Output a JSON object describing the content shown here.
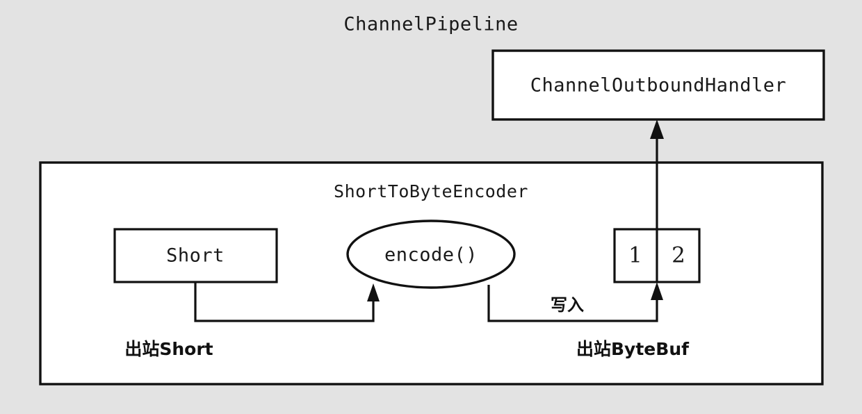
{
  "diagram": {
    "title": "ChannelPipeline",
    "background_color": "#e3e3e3",
    "shape_fill_color": "#ffffff",
    "stroke_color": "#111111",
    "handler_box": {
      "label": "ChannelOutboundHandler"
    },
    "encoder_group": {
      "label": "ShortToByteEncoder"
    },
    "source_box": {
      "label": "Short"
    },
    "method_ellipse": {
      "label": "encode()"
    },
    "bytebuf": {
      "cells": [
        "1",
        "2"
      ]
    },
    "edge_labels": {
      "write": "写入"
    },
    "bottom_labels": {
      "left": "出站Short",
      "right": "出站ByteBuf"
    }
  }
}
